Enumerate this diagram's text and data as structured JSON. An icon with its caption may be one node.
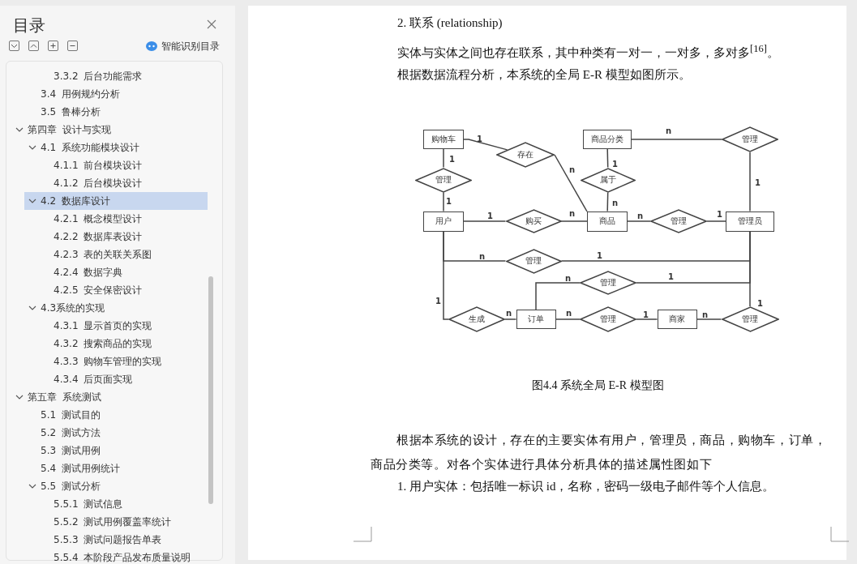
{
  "diagram": {
    "caption": "图4.4 系统全局 E-R 模型图",
    "nodes": [
      {
        "text": [
          "购物车"
        ]
      },
      {
        "text": [
          "存在"
        ]
      },
      {
        "text": [
          "商品分类"
        ]
      },
      {
        "text": [
          "管理"
        ]
      },
      {
        "text": [
          "管理"
        ]
      },
      {
        "text": [
          "属于"
        ]
      },
      {
        "text": [
          "用户"
        ]
      },
      {
        "text": [
          "购买"
        ]
      },
      {
        "text": [
          "商品"
        ]
      },
      {
        "text": [
          "管理"
        ]
      },
      {
        "text": [
          "管理员"
        ]
      },
      {
        "text": [
          "管理"
        ]
      },
      {
        "text": [
          "管理"
        ]
      },
      {
        "text": [
          "生成"
        ]
      },
      {
        "text": [
          "订单"
        ]
      },
      {
        "text": [
          "管理"
        ]
      },
      {
        "text": [
          "商家"
        ]
      },
      {
        "text": [
          "管理"
        ]
      }
    ],
    "edges": [
      {
        "from": 0,
        "to": 1,
        "arrow": "none",
        "label": "1"
      },
      {
        "from": 1,
        "to": 8,
        "arrow": "none",
        "label": "n"
      },
      {
        "from": 0,
        "to": 4,
        "arrow": "none",
        "label": "1"
      },
      {
        "from": 4,
        "to": 6,
        "arrow": "none",
        "label": "1"
      },
      {
        "from": 2,
        "to": 3,
        "arrow": "none",
        "label": "n"
      },
      {
        "from": 3,
        "to": 10,
        "arrow": "none",
        "label": "1"
      },
      {
        "from": 2,
        "to": 5,
        "arrow": "none",
        "label": "1"
      },
      {
        "from": 5,
        "to": 8,
        "arrow": "none",
        "label": "n"
      },
      {
        "from": 6,
        "to": 7,
        "arrow": "none",
        "label": "1"
      },
      {
        "from": 7,
        "to": 8,
        "arrow": "none",
        "label": "n"
      },
      {
        "from": 8,
        "to": 9,
        "arrow": "none",
        "label": "n"
      },
      {
        "from": 9,
        "to": 10,
        "arrow": "none",
        "label": "1"
      },
      {
        "from": 6,
        "to": 11,
        "arrow": "none",
        "label": "n"
      },
      {
        "from": 11,
        "to": 10,
        "arrow": "none",
        "label": "1"
      },
      {
        "from": 14,
        "to": 12,
        "arrow": "none",
        "label": "n"
      },
      {
        "from": 12,
        "to": 10,
        "arrow": "none",
        "label": "1"
      },
      {
        "from": 6,
        "to": 13,
        "arrow": "none",
        "label": "1"
      },
      {
        "from": 13,
        "to": 14,
        "arrow": "none",
        "label": "n"
      },
      {
        "from": 14,
        "to": 15,
        "arrow": "none",
        "label": "n"
      },
      {
        "from": 15,
        "to": 16,
        "arrow": "none",
        "label": "1"
      },
      {
        "from": 16,
        "to": 17,
        "arrow": "none",
        "label": "n"
      },
      {
        "from": 17,
        "to": 10,
        "arrow": "none",
        "label": "1"
      }
    ],
    "labels": [
      "目录",
      "智能识别目录",
      "3.3.2 后台功能需求",
      "3.4 用例规约分析",
      "3.5 鲁棒分析",
      "第四章 设计与实现",
      "4.1 系统功能模块设计",
      "4.1.1 前台模块设计",
      "4.1.2 后台模块设计",
      "4.2 数据库设计",
      "4.2.1 概念模型设计",
      "4.2.2 数据库表设计",
      "4.2.3 表的关联关系图",
      "4.2.4 数据字典",
      "4.2.5 安全保密设计",
      "4.3系统的实现",
      "4.3.1 显示首页的实现",
      "4.3.2 搜索商品的实现",
      "4.3.3 购物车管理的实现",
      "4.3.4 后页面实现",
      "第五章 系统测试",
      "5.1 测试目的",
      "5.2 测试方法",
      "5.3 测试用例",
      "5.4 测试用例统计",
      "5.5 测试分析",
      "5.5.1 测试信息",
      "5.5.2 测试用例覆盖率统计",
      "5.5.3 测试问题报告单表",
      "5.5.4 本阶段产品发布质量说明",
      "2. 联系 (relationship)",
      "实体与实体之间也存在联系，其中种类有一对一，一对多，多对多$^{[16]}$。",
      "根据数据流程分析，本系统的全局 E-R 模型如图所示。",
      "根据本系统的设计，存在的主要实体有用户，管理员，商品，购物车，订单，商品分类等。对各个实体进行具体分析具体的描述属性图如下",
      "1. 用户实体：包括唯一标识 id，名称，密码一级电子邮件等个人信息。"
    ]
  }
}
